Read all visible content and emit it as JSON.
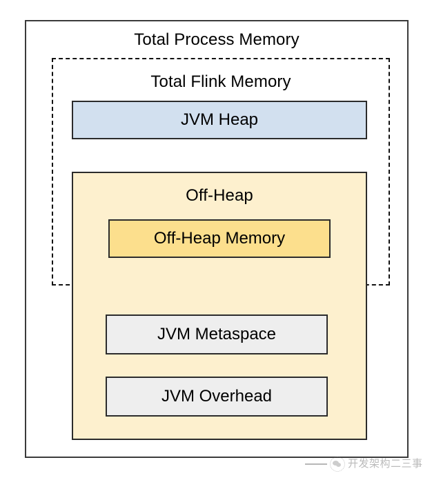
{
  "diagram": {
    "type": "nested-block-diagram",
    "title": "Total Process Memory",
    "regions": {
      "process": {
        "label": "Total Process Memory",
        "border_style": "solid",
        "border_color": "#3a3a3a",
        "fill": "#ffffff"
      },
      "flink": {
        "label": "Total Flink Memory",
        "border_style": "dashed",
        "border_color": "#111111",
        "fill": "transparent"
      },
      "offheap": {
        "label": "Off-Heap",
        "border_style": "solid",
        "border_color": "#2b2b2b",
        "fill": "#fdf0ce"
      }
    },
    "boxes": [
      {
        "id": "jvm-heap",
        "label": "JVM Heap",
        "fill": "#d2e0ef",
        "border_color": "#2b2b2b",
        "parent": "flink"
      },
      {
        "id": "off-heap-memory",
        "label": "Off-Heap Memory",
        "fill": "#fcdf8d",
        "border_color": "#2b2b2b",
        "parent": "offheap"
      },
      {
        "id": "jvm-metaspace",
        "label": "JVM Metaspace",
        "fill": "#eeeeee",
        "border_color": "#2b2b2b",
        "parent": "offheap"
      },
      {
        "id": "jvm-overhead",
        "label": "JVM Overhead",
        "fill": "#eeeeee",
        "border_color": "#2b2b2b",
        "parent": "offheap"
      }
    ]
  },
  "watermark": {
    "text": "开发架构二三事",
    "icon": "wechat-account-icon"
  }
}
